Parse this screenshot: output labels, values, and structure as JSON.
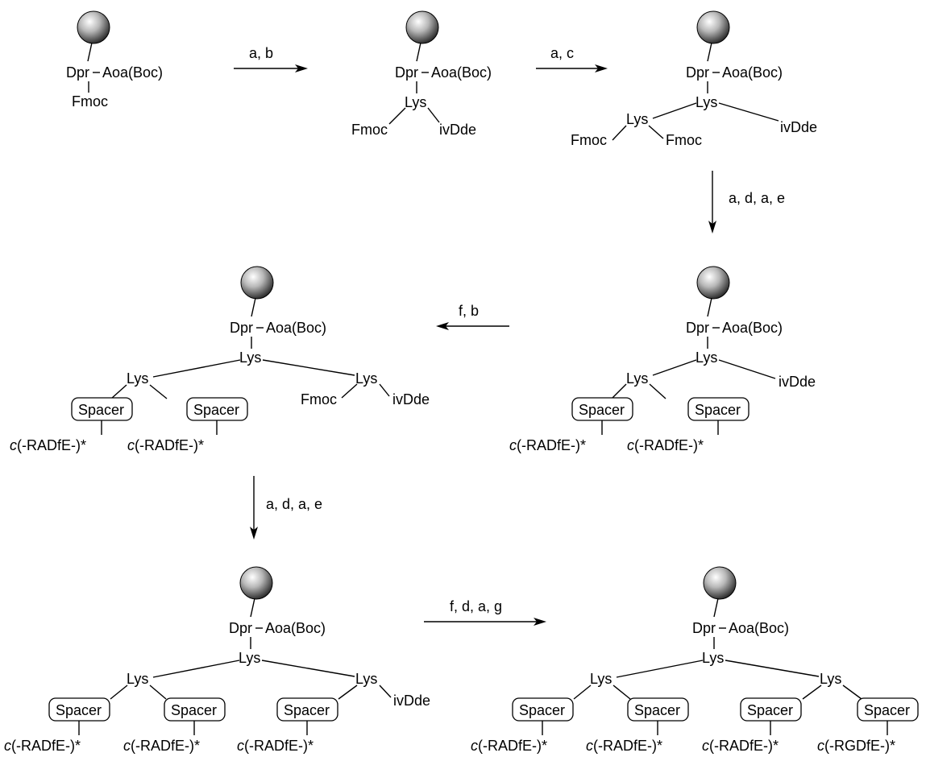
{
  "labels": {
    "dpr": "Dpr",
    "aoa": "Aoa(Boc)",
    "fmoc": "Fmoc",
    "lys": "Lys",
    "ivdde": "ivDde",
    "spacer": "Spacer",
    "c_prefix": "c",
    "radfe": "(-RADfE-)*",
    "rgdfe": "(-RGDfE-)*"
  },
  "reagents": {
    "step1": "a, b",
    "step2": "a, c",
    "step3": "a, d, a, e",
    "step4": "f, b",
    "step5": "a, d, a, e",
    "step6": "f, d, a, g"
  }
}
